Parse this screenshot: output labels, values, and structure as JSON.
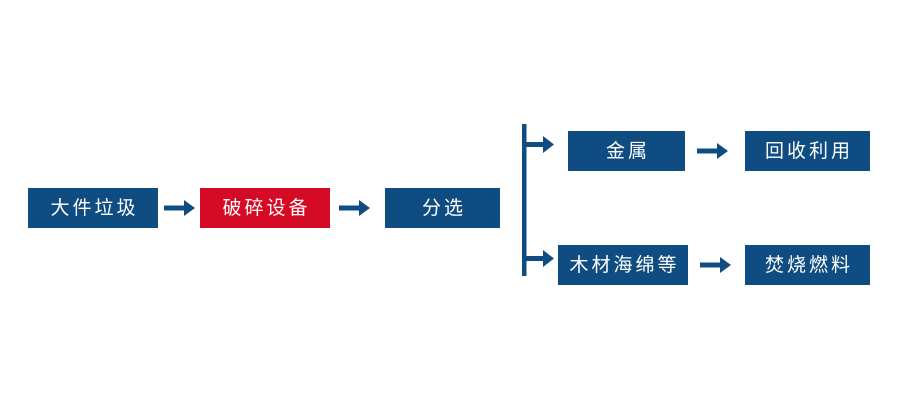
{
  "diagram": {
    "title": "",
    "background_color": "#ffffff",
    "colors": {
      "primary": "#0f4c81",
      "accent": "#d50b25",
      "node_text": "#ffffff",
      "connector": "#0f4c81"
    }
  },
  "nodes": {
    "bulky_waste": {
      "label": "大件垃圾",
      "color": "#0f4c81",
      "style": "blue"
    },
    "crusher": {
      "label": "破碎设备",
      "color": "#d50b25",
      "style": "red"
    },
    "sorting": {
      "label": "分选",
      "color": "#0f4c81",
      "style": "blue"
    },
    "metal": {
      "label": "金属",
      "color": "#0f4c81",
      "style": "blue"
    },
    "recycling": {
      "label": "回收利用",
      "color": "#0f4c81",
      "style": "blue"
    },
    "wood_sponge": {
      "label": "木材海绵等",
      "color": "#0f4c81",
      "style": "blue"
    },
    "incineration": {
      "label": "焚烧燃料",
      "color": "#0f4c81",
      "style": "blue"
    }
  },
  "connectors": {
    "waste_to_crusher": {
      "icon": "arrow-right-icon",
      "from": "bulky_waste",
      "to": "crusher"
    },
    "crusher_to_sorting": {
      "icon": "arrow-right-icon",
      "from": "crusher",
      "to": "sorting"
    },
    "split_junction": {
      "icon": "branch-split-icon",
      "from": "sorting",
      "to": [
        "metal",
        "wood_sponge"
      ]
    },
    "metal_to_recycle": {
      "icon": "arrow-right-icon",
      "from": "metal",
      "to": "recycling"
    },
    "wood_to_burn": {
      "icon": "arrow-right-icon",
      "from": "wood_sponge",
      "to": "incineration"
    }
  },
  "chart_data": {
    "type": "diagram",
    "title": "",
    "flow": [
      {
        "step": 1,
        "label": "大件垃圾",
        "branch": "main",
        "highlight": false
      },
      {
        "step": 2,
        "label": "破碎设备",
        "branch": "main",
        "highlight": true
      },
      {
        "step": 3,
        "label": "分选",
        "branch": "main",
        "highlight": false
      },
      {
        "step": 4,
        "label": "金属",
        "branch": "upper",
        "highlight": false
      },
      {
        "step": 5,
        "label": "回收利用",
        "branch": "upper",
        "highlight": false
      },
      {
        "step": 4,
        "label": "木材海绵等",
        "branch": "lower",
        "highlight": false
      },
      {
        "step": 5,
        "label": "焚烧燃料",
        "branch": "lower",
        "highlight": false
      }
    ]
  }
}
